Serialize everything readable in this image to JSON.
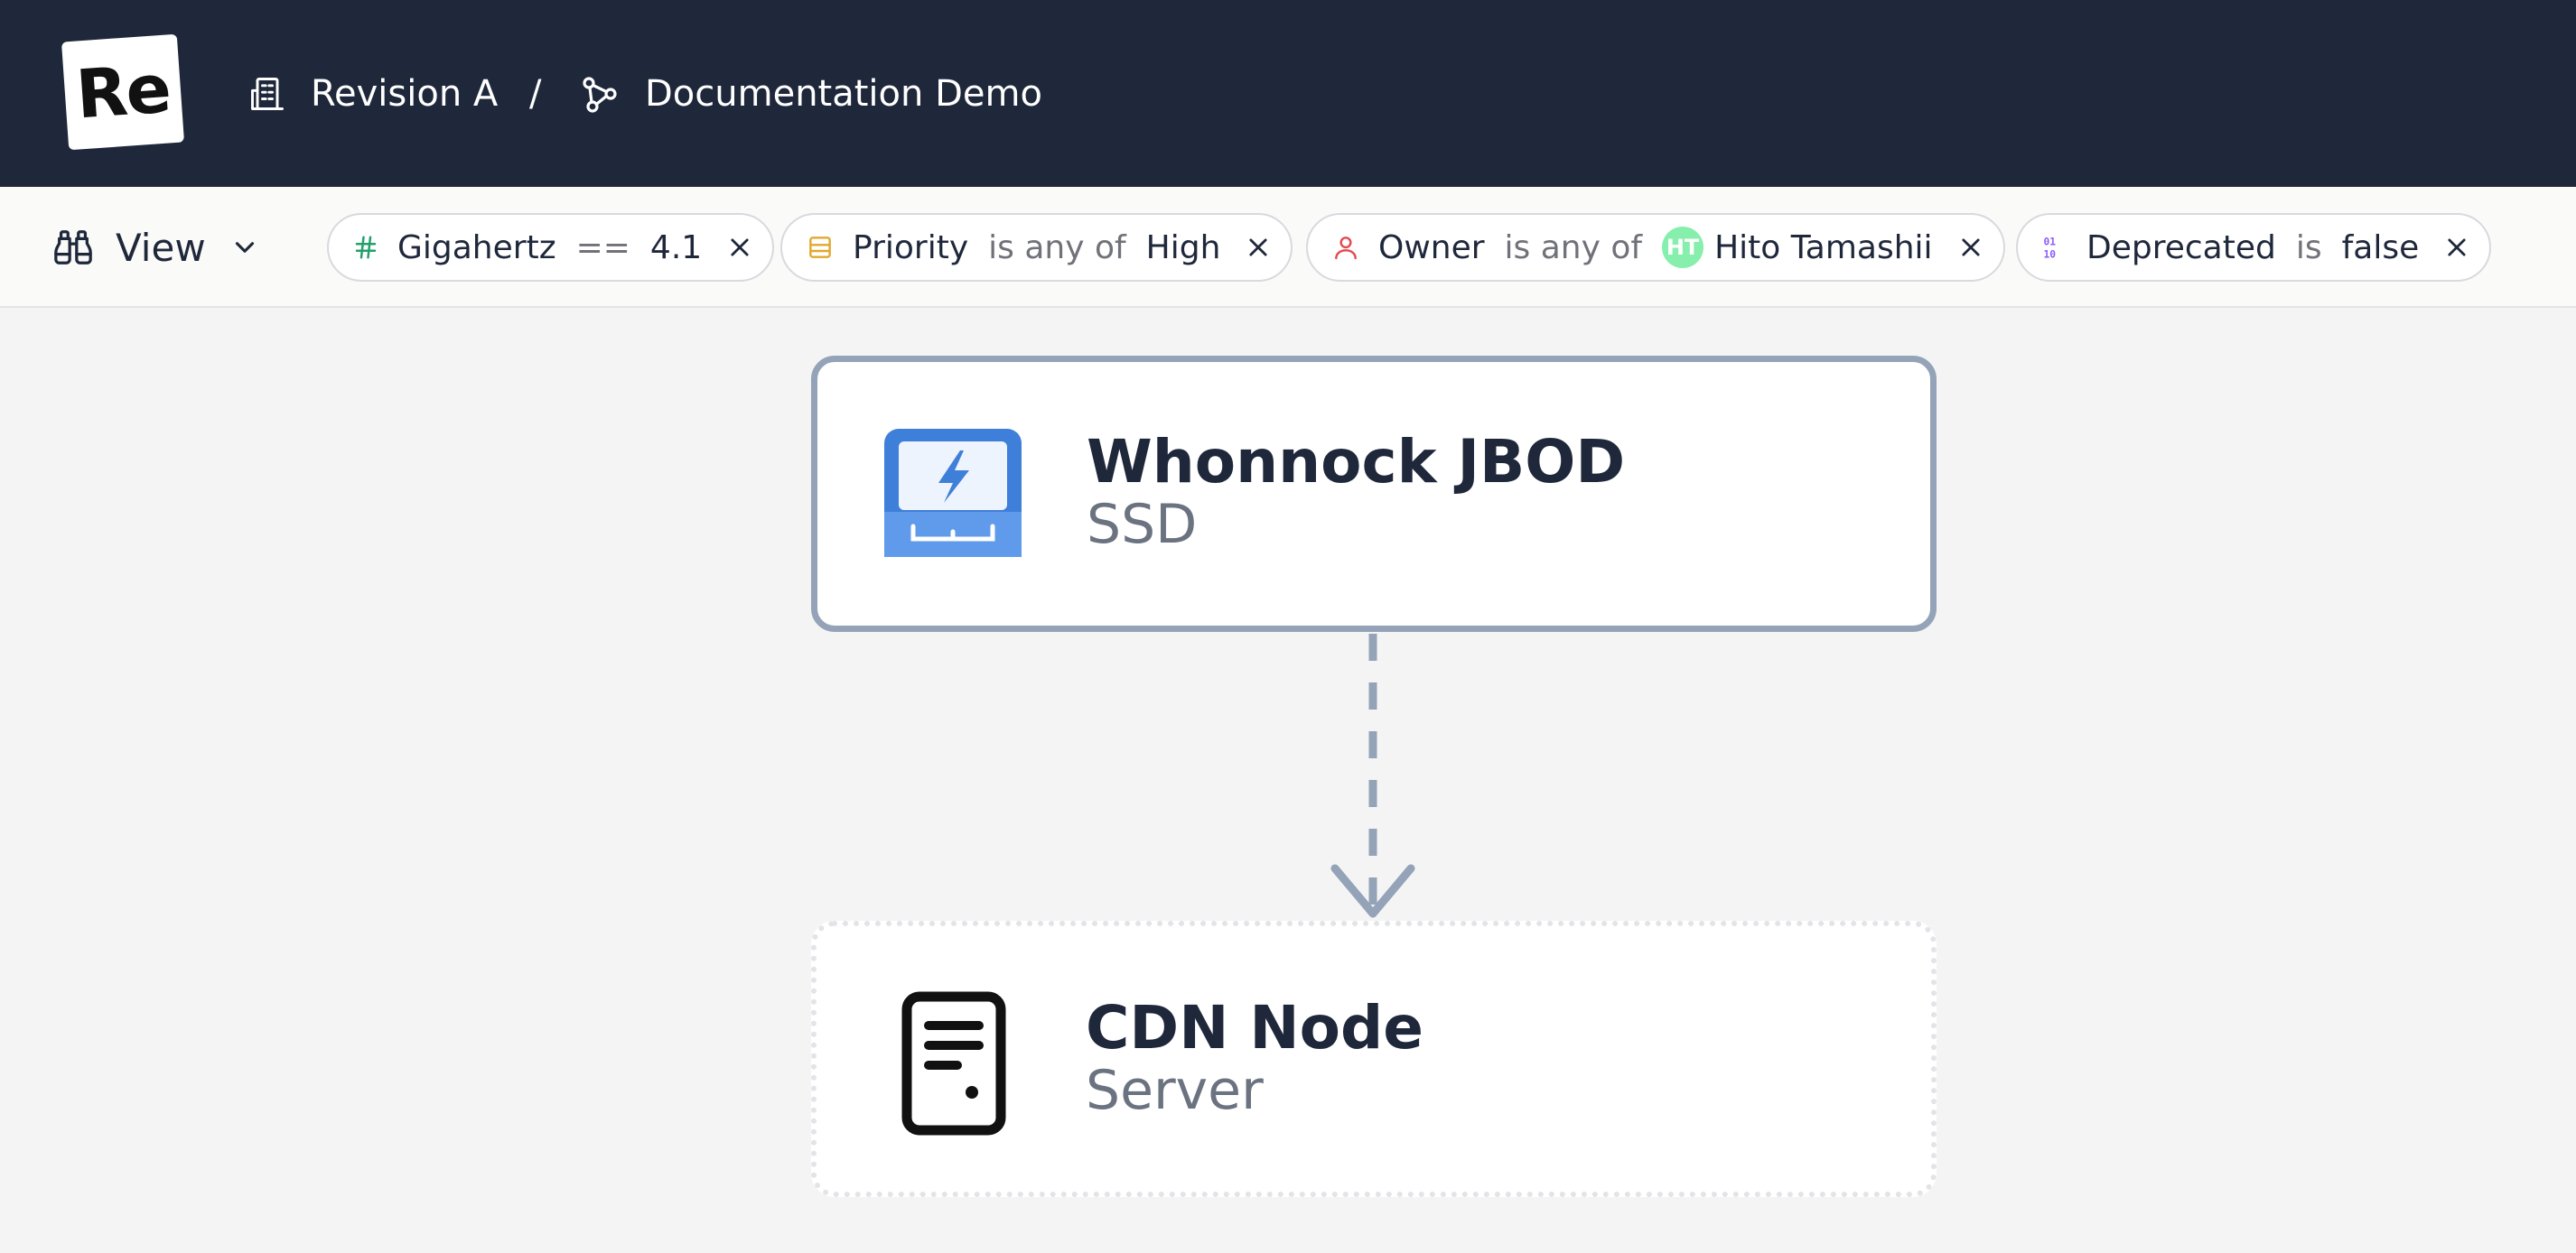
{
  "header": {
    "logo_text": "Re",
    "breadcrumb": [
      {
        "label": "Revision A",
        "icon": "building-icon"
      },
      {
        "label": "Documentation Demo",
        "icon": "share-nodes-icon"
      }
    ],
    "separator": "/"
  },
  "filterbar": {
    "view_label": "View",
    "filters": [
      {
        "field": "Gigahertz",
        "operator": "==",
        "value": "4.1",
        "icon": "hash-icon",
        "icon_color": "#22a06b"
      },
      {
        "field": "Priority",
        "operator": "is any of",
        "value": "High",
        "icon": "list-icon",
        "icon_color": "#e0a82e"
      },
      {
        "field": "Owner",
        "operator": "is any of",
        "value": "Hito Tamashii",
        "avatar_initials": "HT",
        "icon": "user-icon",
        "icon_color": "#e5484d"
      },
      {
        "field": "Deprecated",
        "operator": "is",
        "value": "false",
        "icon": "binary-icon",
        "icon_color": "#8b5cf6"
      }
    ]
  },
  "diagram": {
    "nodes": [
      {
        "title": "Whonnock JBOD",
        "subtitle": "SSD",
        "icon": "ssd-icon"
      },
      {
        "title": "CDN Node",
        "subtitle": "Server",
        "icon": "server-icon"
      }
    ],
    "edge": {
      "style": "dashed",
      "color": "#94a3b8"
    }
  }
}
